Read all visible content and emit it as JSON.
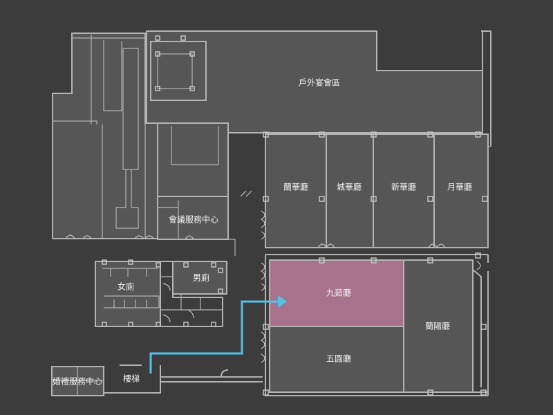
{
  "rooms": {
    "outdoor": "戶外宴會區",
    "lanhua": "蘭華廳",
    "chenghua": "城華廳",
    "xinhua": "新華廳",
    "yuehua": "月華廳",
    "meeting_center": "會議服務中心",
    "women_restroom": "女廁",
    "men_restroom": "男廁",
    "jiuru": "九茹廳",
    "wuyuan": "五圓廳",
    "lanyang": "蘭陽廳",
    "stairs": "樓梯",
    "wedding_center": "婚禮服務中心"
  },
  "colors": {
    "background": "#3c3c3c",
    "room_fill": "#565656",
    "wall": "#b4b4b4",
    "highlight": "#a8728c",
    "route": "#4fc3e8"
  },
  "highlighted_room": "jiuru"
}
